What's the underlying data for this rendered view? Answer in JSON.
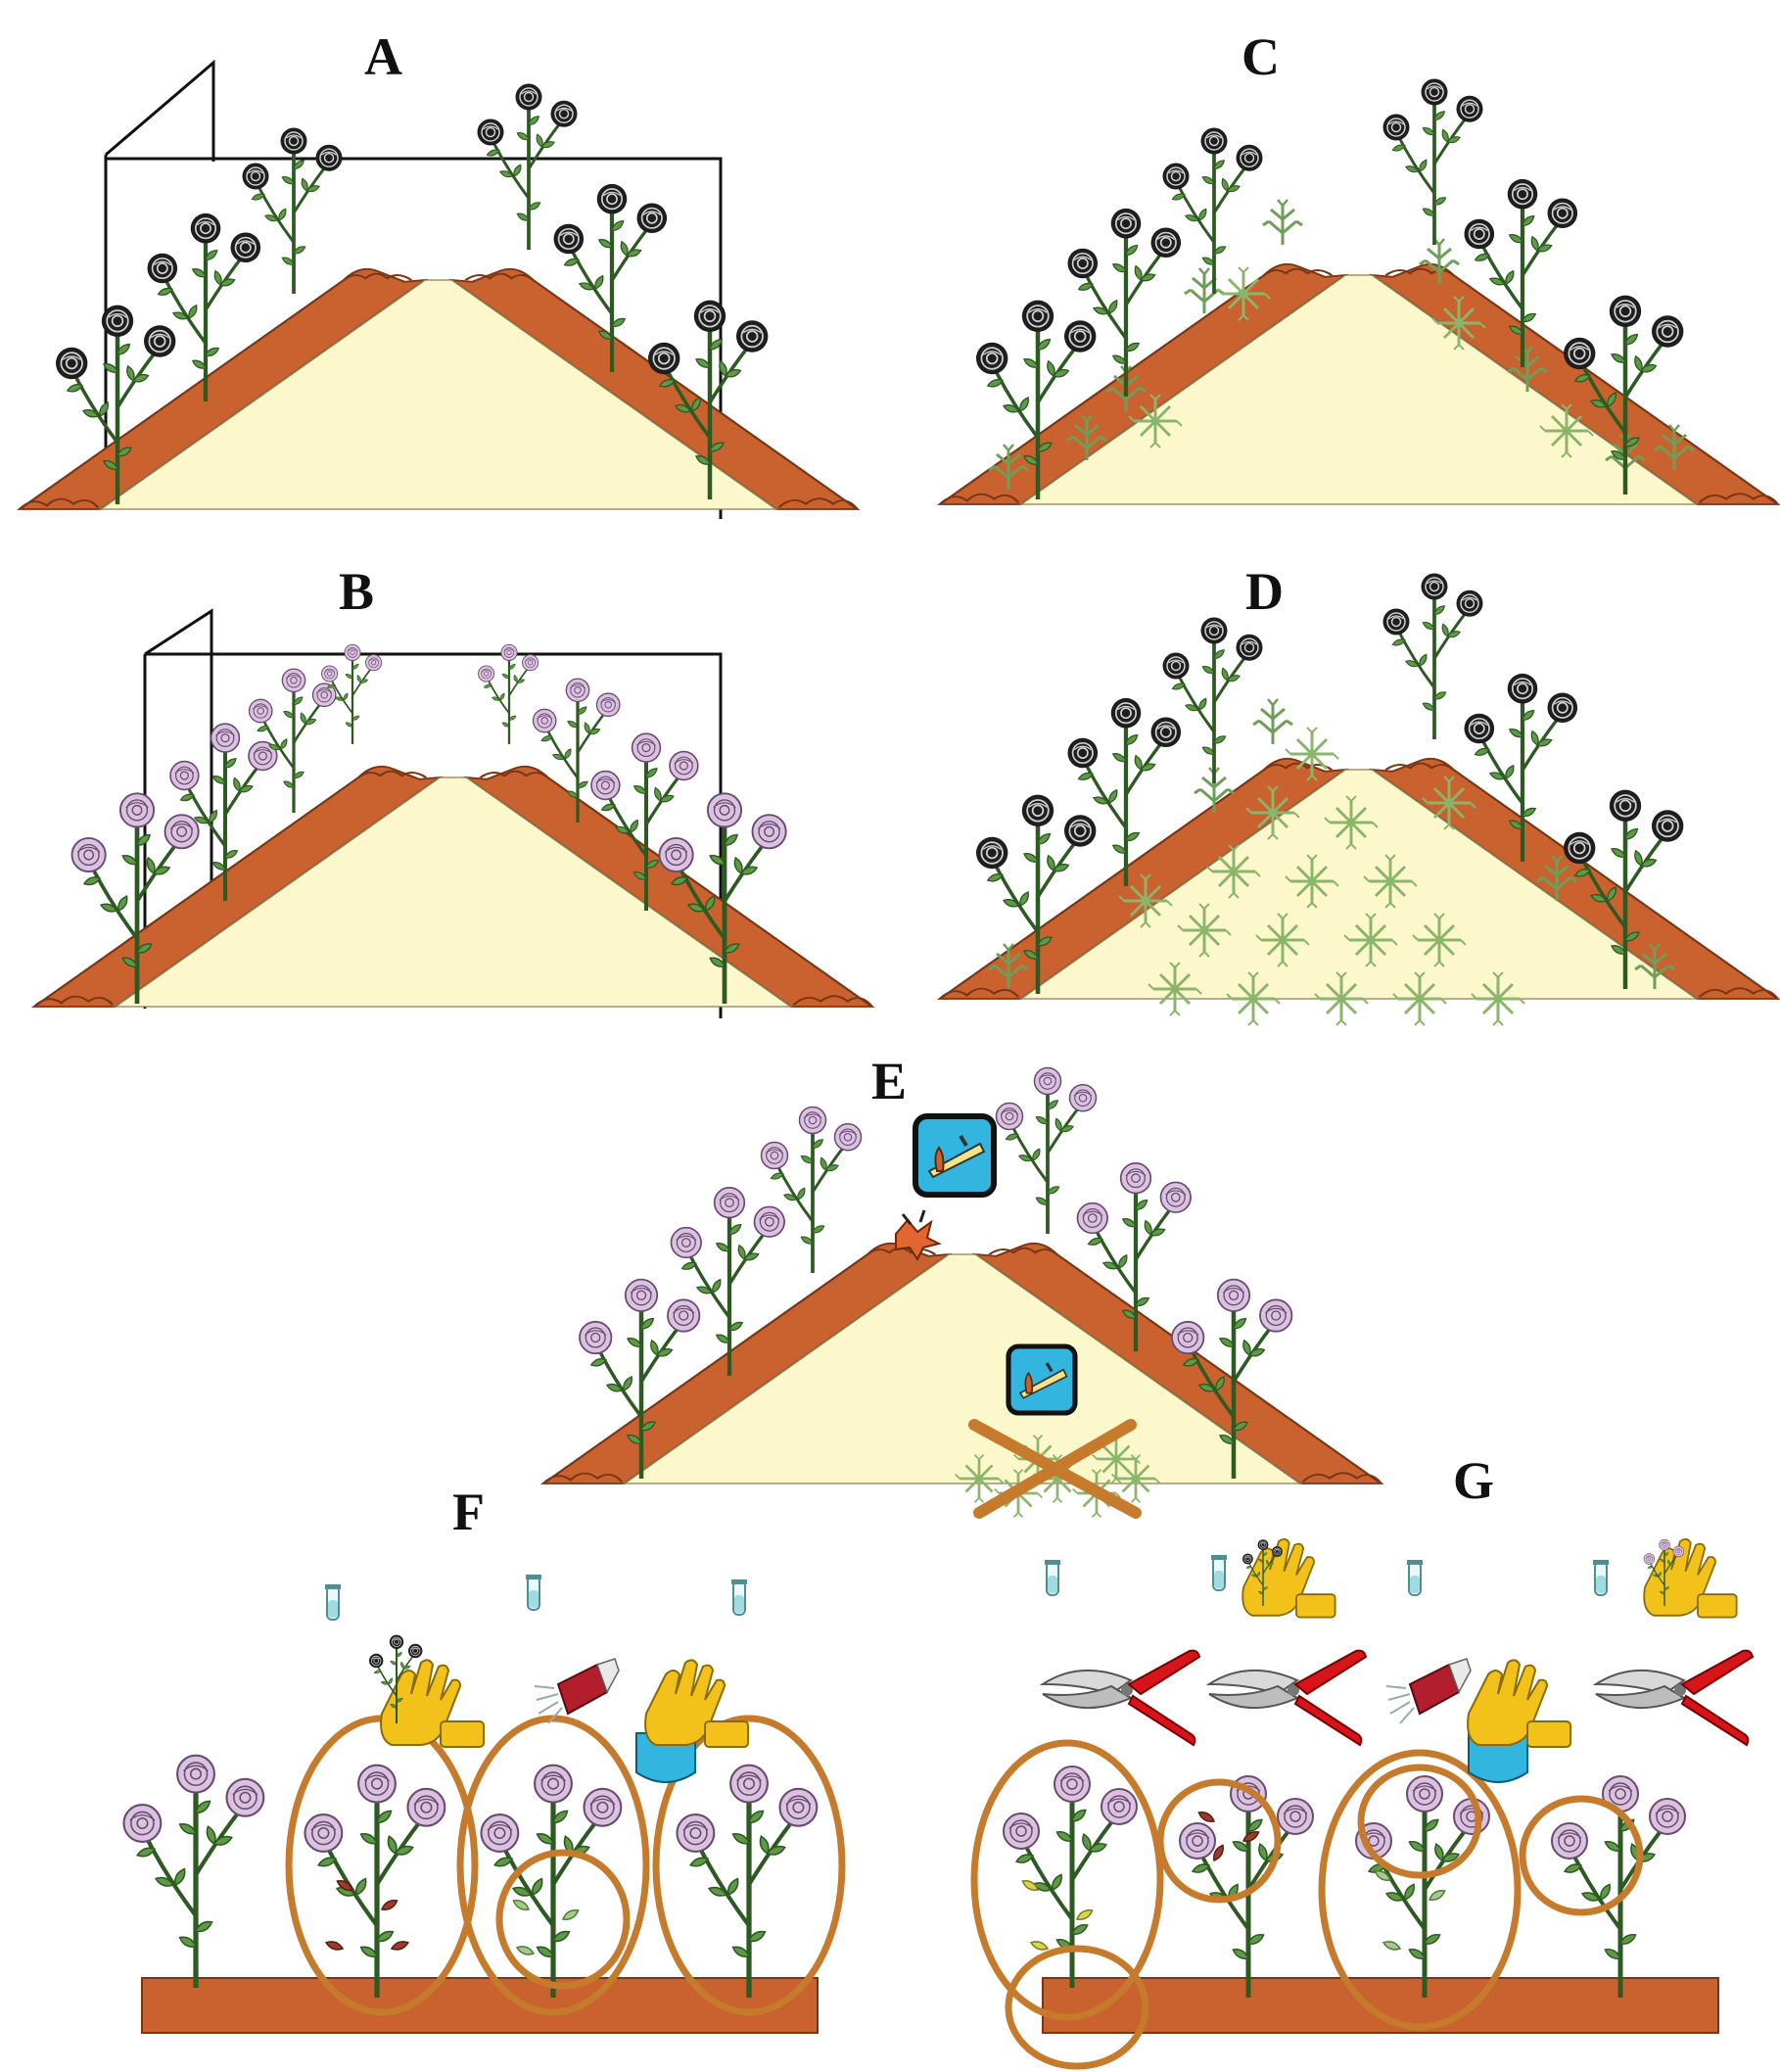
{
  "figure": {
    "panels": [
      {
        "id": "A",
        "label": "A"
      },
      {
        "id": "B",
        "label": "B"
      },
      {
        "id": "C",
        "label": "C"
      },
      {
        "id": "D",
        "label": "D"
      },
      {
        "id": "E",
        "label": "E"
      },
      {
        "id": "F",
        "label": "F"
      },
      {
        "id": "G",
        "label": "G"
      }
    ]
  },
  "colors": {
    "soil": "#c9622f",
    "soil_edge": "#7a3516",
    "path": "#fdf8cc",
    "leaf": "#5e9a45",
    "leaf_light": "#a7c98a",
    "stem": "#2d5a22",
    "rose_dark": "#1e1e1e",
    "rose_pink": "#d9c3e0",
    "ring": "#c67a2c",
    "glove": "#f2c21b",
    "pruner_red": "#d8141b",
    "trap_cyan": "#32b6df",
    "weed": "#6f9e58",
    "tube": "#9fdbe0"
  },
  "icons": [
    "glove-icon",
    "spray-can-icon",
    "pruning-shears-icon",
    "trap-icon",
    "test-tube-icon",
    "cross-mark-icon"
  ]
}
